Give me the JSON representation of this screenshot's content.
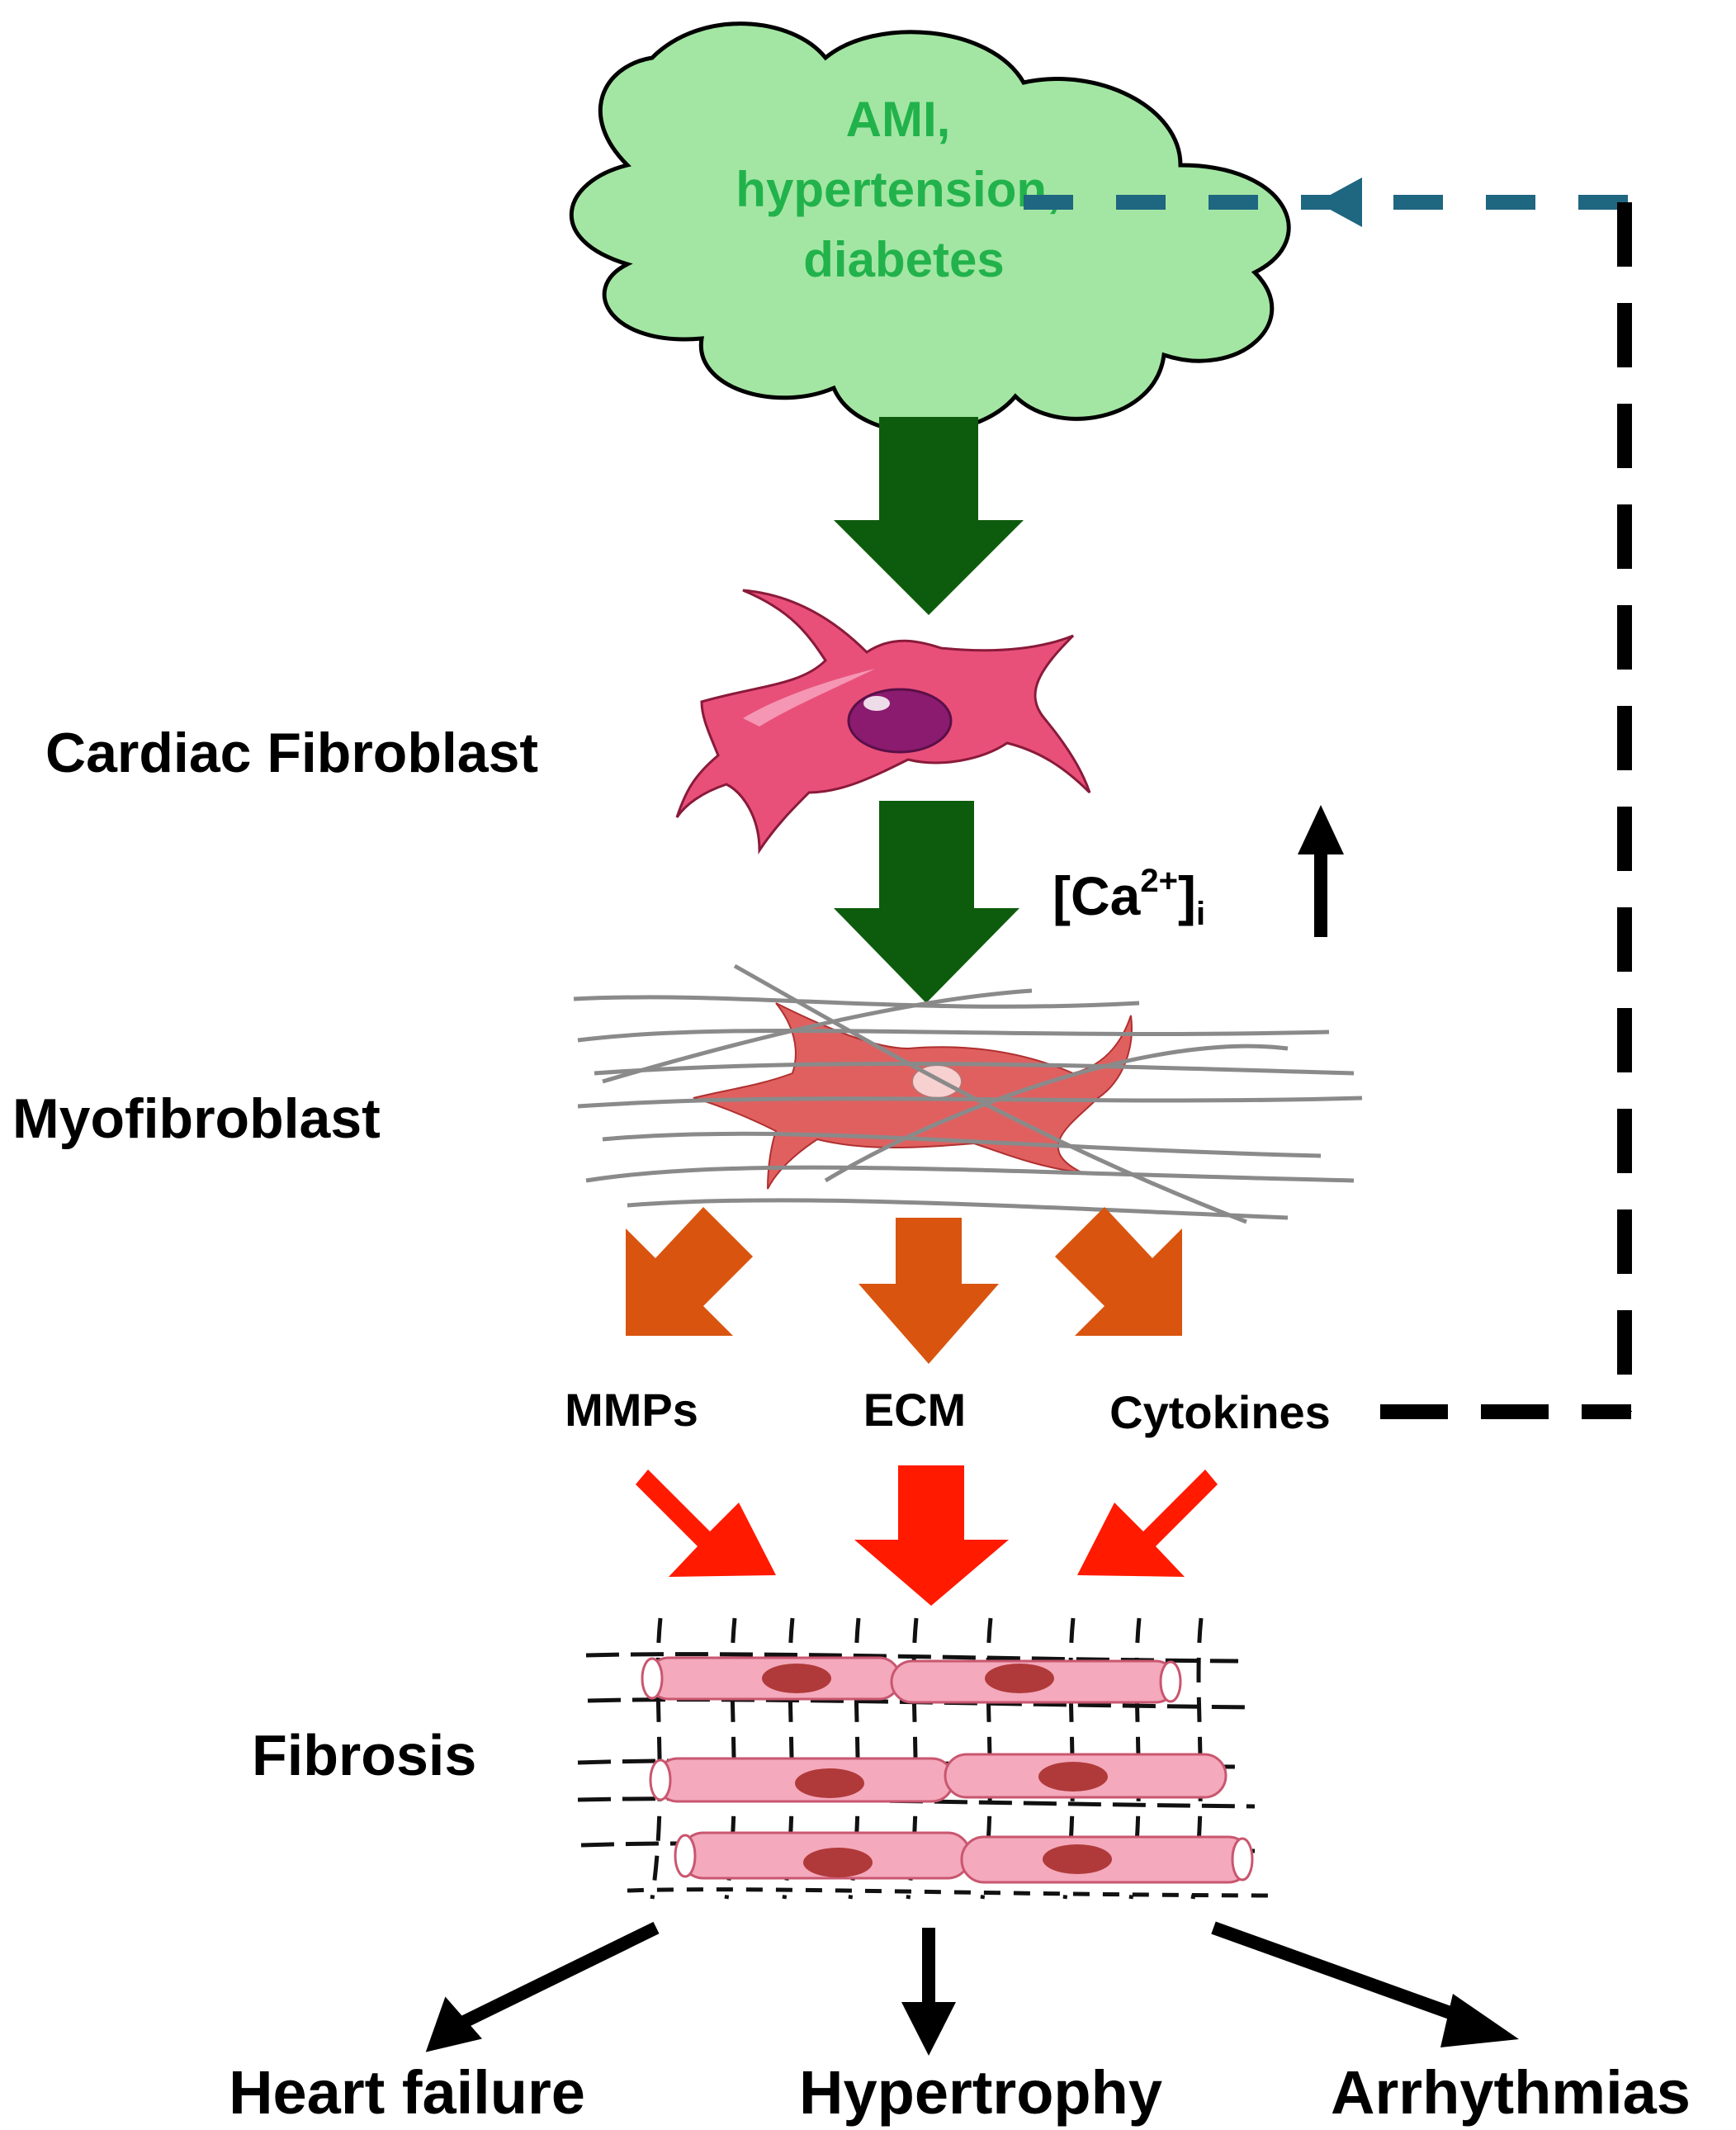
{
  "cloud": {
    "line1": "AMI,",
    "line2": "hypertension,",
    "line3": "diabetes"
  },
  "labels": {
    "cardiac_fibroblast": "Cardiac Fibroblast",
    "myofibroblast": "Myofibroblast",
    "fibrosis": "Fibrosis"
  },
  "calcium": {
    "base": "[Ca",
    "sup": "2+",
    "close": "]",
    "sub": "i"
  },
  "products": {
    "mmps": "MMPs",
    "ecm": "ECM",
    "cytokines": "Cytokines"
  },
  "outcomes": {
    "heart_failure": "Heart failure",
    "hypertrophy": "Hypertrophy",
    "arrhythmias": "Arrhythmias"
  },
  "colors": {
    "cloud_fill": "#a3e6a3",
    "cloud_text": "#22b24c",
    "green_arrow": "#0d5c0d",
    "orange_arrow": "#d9540f",
    "red_arrow": "#ff1a00",
    "feedback_dash": "#1f6680",
    "cell_pink": "#e8507a",
    "myo_red": "#e06060",
    "fiber_pink": "#f4a9bc",
    "nucleus": "#b03a3a"
  }
}
